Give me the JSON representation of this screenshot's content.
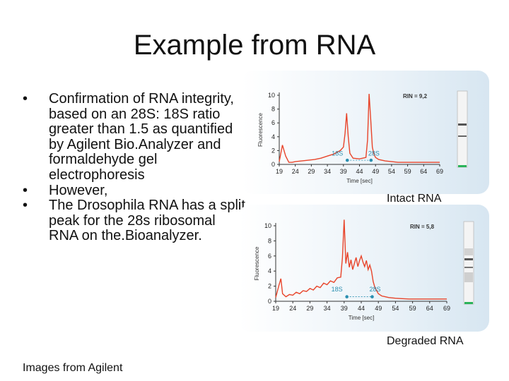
{
  "slide": {
    "title": "Example from RNA",
    "bullets": [
      "Confirmation of RNA integrity, based on an 28S: 18S ratio greater than 1.5 as quantified by Agilent Bio.Analyzer and formaldehyde gel electrophoresis",
      "However,",
      "The Drosophila RNA has a split peak for the 28s ribosomal RNA on the.Bioanalyzer."
    ],
    "bullet_glyph": "•",
    "source": "Images from Agilent",
    "colors": {
      "trace": "#e8442a",
      "panel_bg": "#dde9f2",
      "marker": "#2a8fb0",
      "gel_band": "#2bb35a"
    }
  },
  "chart_data": [
    {
      "type": "line",
      "caption": "Intact RNA",
      "rin_label": "RIN = 9,2",
      "xlabel": "Time [sec]",
      "ylabel": "Fluorescence",
      "x_ticks": [
        "19",
        "24",
        "29",
        "34",
        "39",
        "44",
        "49",
        "54",
        "59",
        "64",
        "69"
      ],
      "y_ticks": [
        "0",
        "2",
        "4",
        "6",
        "8",
        "10"
      ],
      "xlim": [
        19,
        69
      ],
      "ylim": [
        0,
        10
      ],
      "peak_labels": [
        {
          "text": "18S",
          "x": 40.2
        },
        {
          "text": "28S",
          "x": 47.6
        }
      ],
      "series": [
        {
          "x": [
            19,
            20,
            21,
            22,
            23,
            24,
            26,
            28,
            30,
            32,
            34,
            36,
            38,
            39,
            39.5,
            40,
            40.5,
            41,
            42,
            44,
            46,
            46.5,
            47,
            47.5,
            48,
            48.5,
            49,
            50,
            52,
            54,
            56,
            58,
            60,
            62,
            64,
            66,
            68,
            69
          ],
          "y": [
            0.4,
            2.8,
            1.2,
            0.3,
            0.3,
            0.4,
            0.5,
            0.6,
            0.7,
            0.9,
            1.2,
            1.5,
            2.0,
            2.5,
            4.5,
            7.4,
            4.0,
            1.6,
            0.9,
            0.8,
            1.0,
            3.5,
            10.2,
            6.5,
            2.5,
            1.5,
            1.0,
            0.7,
            0.5,
            0.4,
            0.3,
            0.3,
            0.3,
            0.3,
            0.3,
            0.3,
            0.3,
            0.3
          ]
        }
      ]
    },
    {
      "type": "line",
      "caption": "Degraded  RNA",
      "rin_label": "RIN = 5,8",
      "xlabel": "Time [sec]",
      "ylabel": "Fluorescence",
      "x_ticks": [
        "19",
        "24",
        "29",
        "34",
        "39",
        "44",
        "49",
        "54",
        "59",
        "64",
        "69"
      ],
      "y_ticks": [
        "0",
        "2",
        "4",
        "6",
        "8",
        "10"
      ],
      "xlim": [
        19,
        69
      ],
      "ylim": [
        0,
        10
      ],
      "peak_labels": [
        {
          "text": "18S",
          "x": 39.8
        },
        {
          "text": "28S",
          "x": 47.2
        }
      ],
      "series": [
        {
          "x": [
            19,
            20,
            20.5,
            21,
            22,
            23,
            24,
            25,
            26,
            27,
            28,
            29,
            30,
            31,
            32,
            33,
            34,
            35,
            36,
            37,
            38,
            38.5,
            39,
            39.5,
            40,
            40.5,
            41,
            41.5,
            42,
            42.5,
            43,
            43.5,
            44,
            44.5,
            45,
            45.5,
            46,
            46.5,
            47,
            47.5,
            48,
            48.5,
            49,
            50,
            51,
            52,
            54,
            56,
            58,
            60,
            62,
            64,
            66,
            69
          ],
          "y": [
            0.5,
            2.2,
            3.0,
            1.0,
            0.6,
            0.9,
            0.8,
            1.2,
            1.0,
            1.4,
            1.3,
            1.7,
            1.5,
            2.0,
            1.8,
            2.4,
            2.2,
            2.7,
            2.5,
            3.1,
            3.2,
            5.8,
            10.8,
            5.0,
            6.5,
            4.5,
            5.5,
            4.2,
            5.0,
            5.8,
            4.6,
            5.4,
            6.0,
            5.2,
            4.6,
            5.4,
            4.2,
            4.8,
            4.0,
            2.6,
            1.8,
            1.4,
            1.0,
            0.7,
            0.6,
            0.5,
            0.4,
            0.35,
            0.3,
            0.3,
            0.3,
            0.3,
            0.3,
            0.3
          ]
        }
      ]
    }
  ]
}
